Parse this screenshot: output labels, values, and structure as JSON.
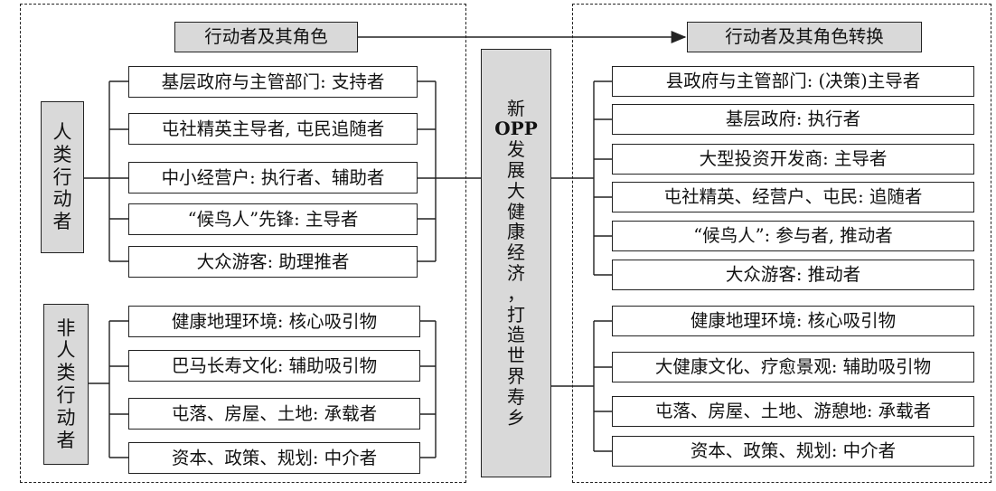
{
  "left": {
    "header": "行动者及其角色",
    "human_label": [
      "人",
      "类",
      "行",
      "动",
      "者"
    ],
    "human_items": [
      "基层政府与主管部门: 支持者",
      "屯社精英主导者, 屯民追随者",
      "中小经营户: 执行者、辅助者",
      "“候鸟人”先锋: 主导者",
      "大众游客: 助理推者"
    ],
    "nonhuman_label": [
      "非",
      "人",
      "类",
      "行",
      "动",
      "者"
    ],
    "nonhuman_items": [
      "健康地理环境: 核心吸引物",
      "巴马长寿文化: 辅助吸引物",
      "屯落、房屋、土地: 承载者",
      "资本、政策、规划: 中介者"
    ]
  },
  "center": {
    "label": [
      "新",
      "OPP",
      "发",
      "展",
      "大",
      "健",
      "康",
      "经",
      "济",
      "，",
      "打",
      "造",
      "世",
      "界",
      "寿",
      "乡"
    ]
  },
  "right": {
    "header": "行动者及其角色转换",
    "human_items": [
      "县政府与主管部门: (决策)主导者",
      "基层政府: 执行者",
      "大型投资开发商: 主导者",
      "屯社精英、经营户、屯民: 追随者",
      "“候鸟人”: 参与者, 推动者",
      "大众游客: 推动者"
    ],
    "nonhuman_items": [
      "健康地理环境: 核心吸引物",
      "大健康文化、疗愈景观: 辅助吸引物",
      "屯落、房屋、土地、游憩地: 承载者",
      "资本、政策、规划: 中介者"
    ]
  }
}
